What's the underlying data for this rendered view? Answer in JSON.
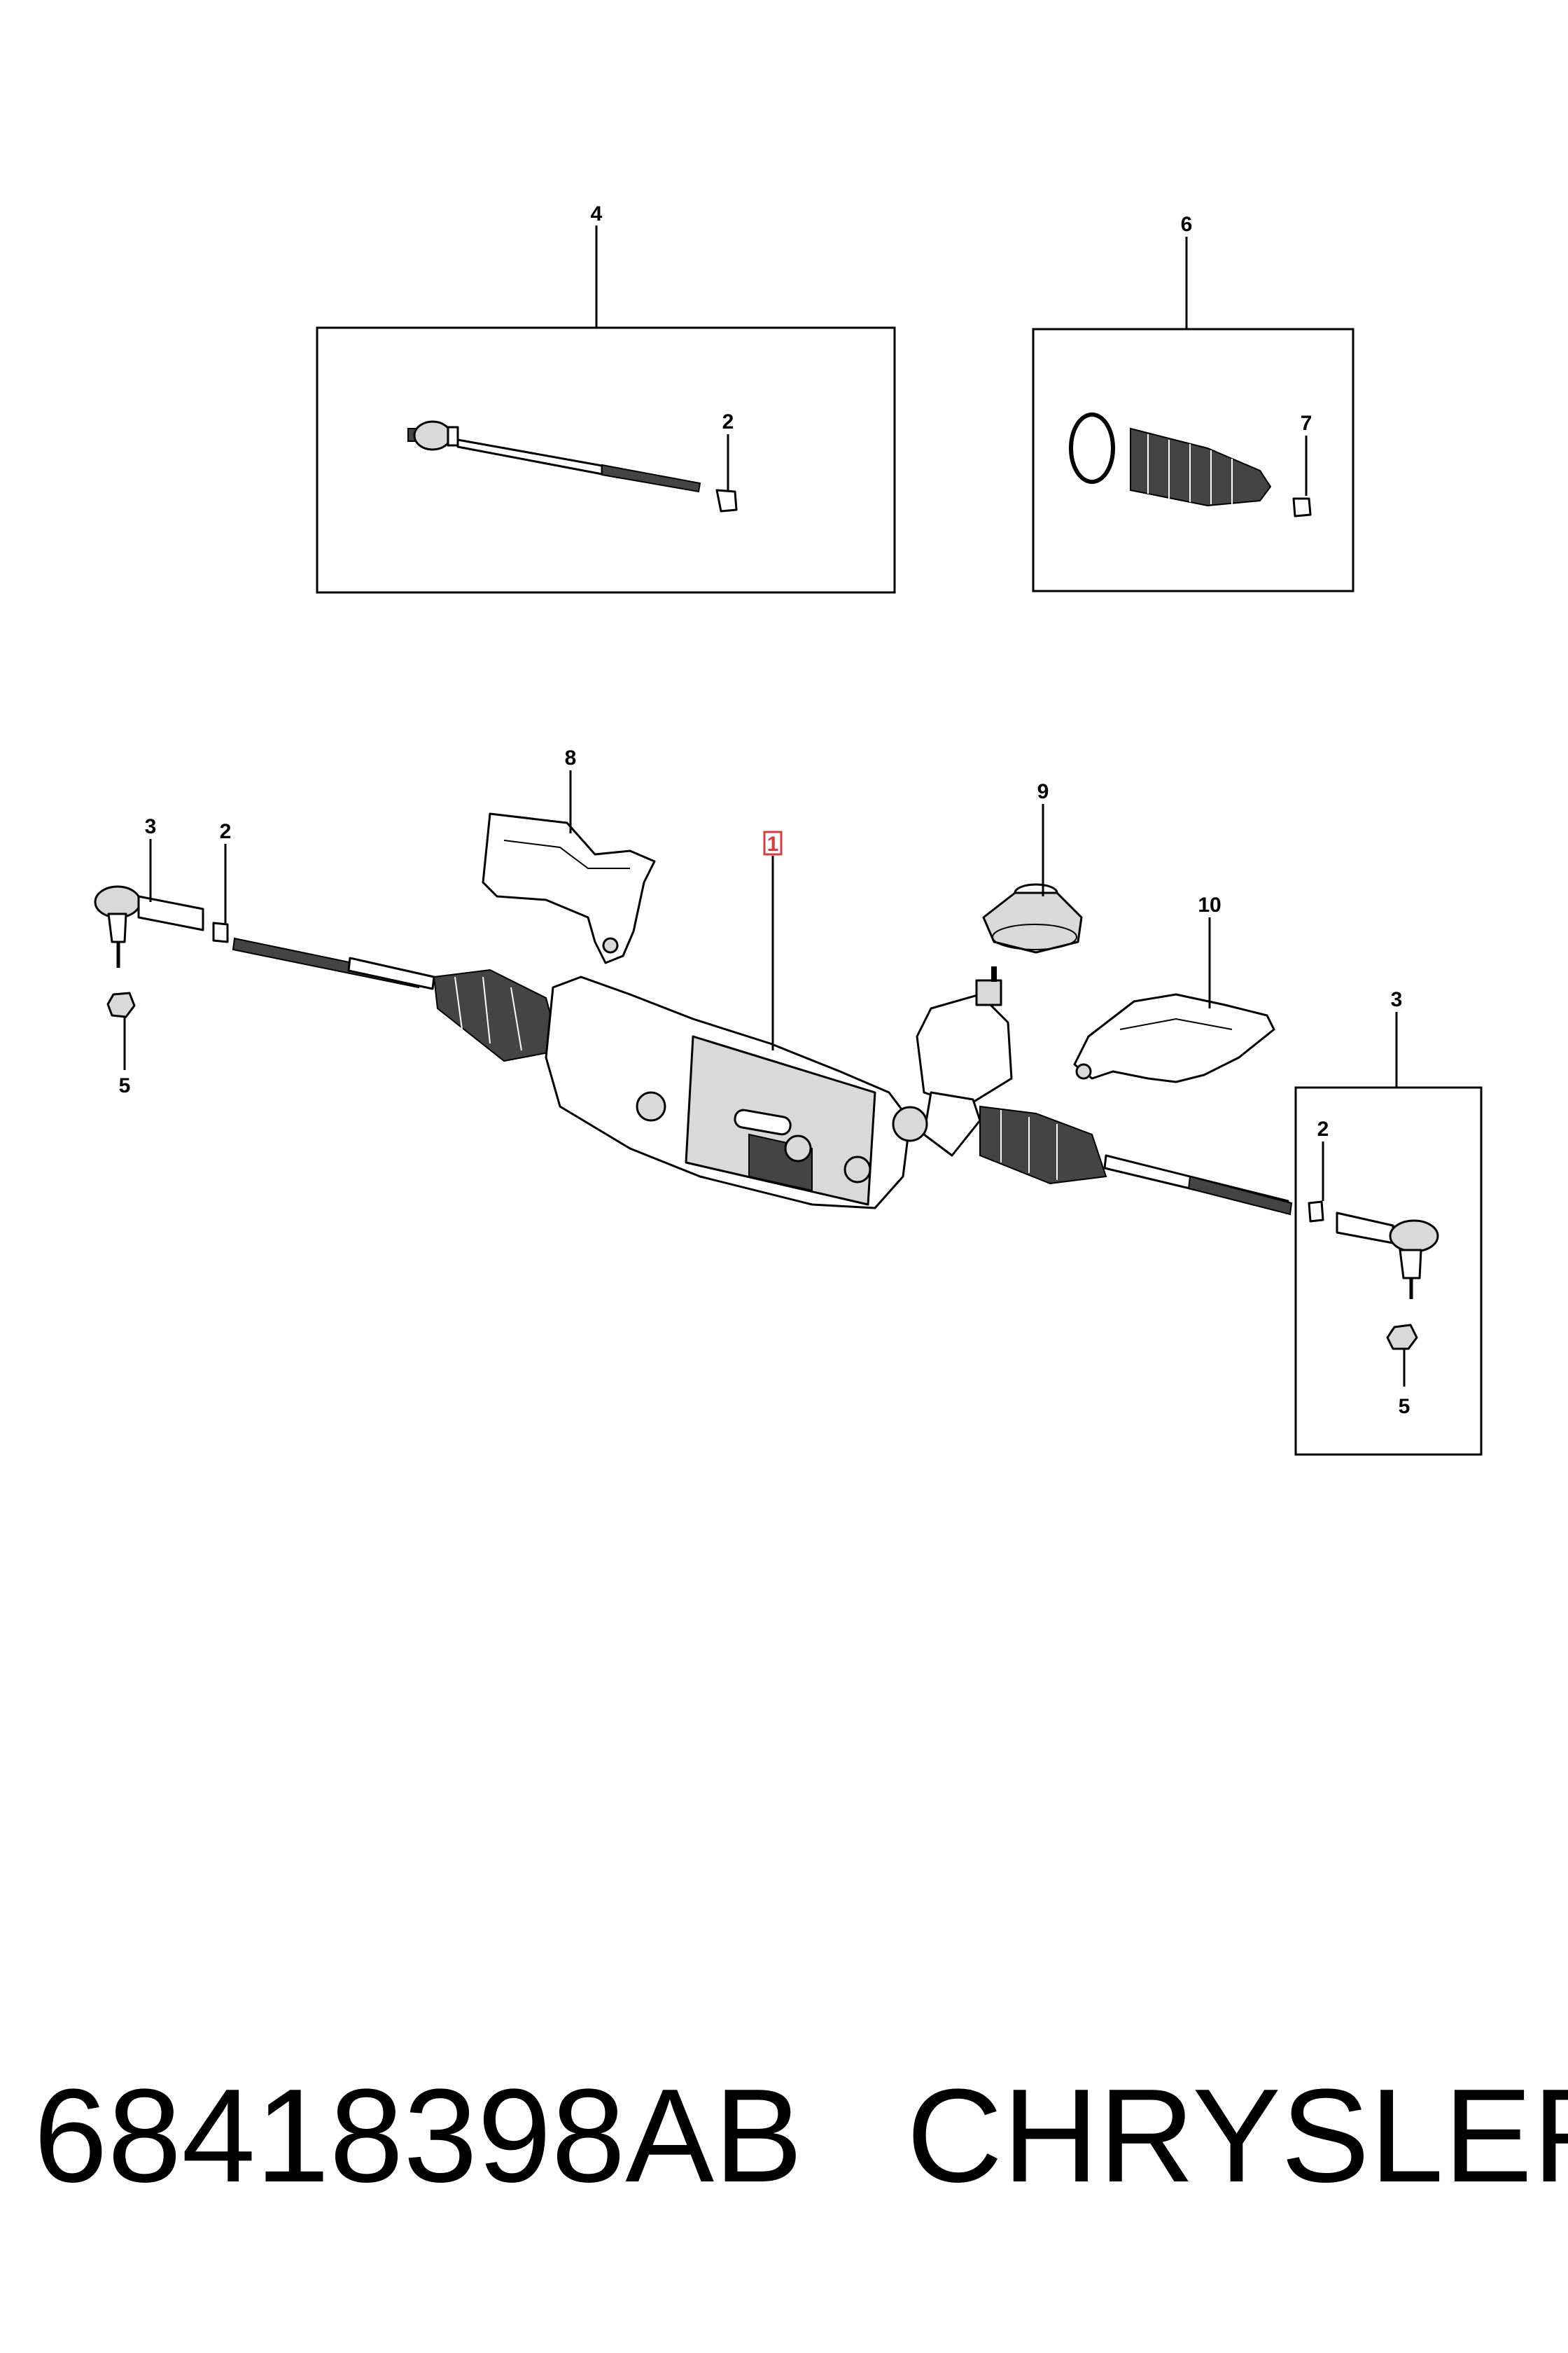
{
  "callouts": {
    "c1": "1",
    "c2_kit": "2",
    "c2_left": "2",
    "c2_right": "2",
    "c3_left": "3",
    "c3_right": "3",
    "c4": "4",
    "c5_left": "5",
    "c5_right": "5",
    "c6": "6",
    "c7": "7",
    "c8": "8",
    "c9": "9",
    "c10": "10"
  },
  "colors": {
    "highlight_box": "#d04040",
    "line": "#000000",
    "part_fill": "#d9d9d9"
  },
  "footer": {
    "part_number": "68418398AB",
    "brand": "CHRYSLER"
  }
}
